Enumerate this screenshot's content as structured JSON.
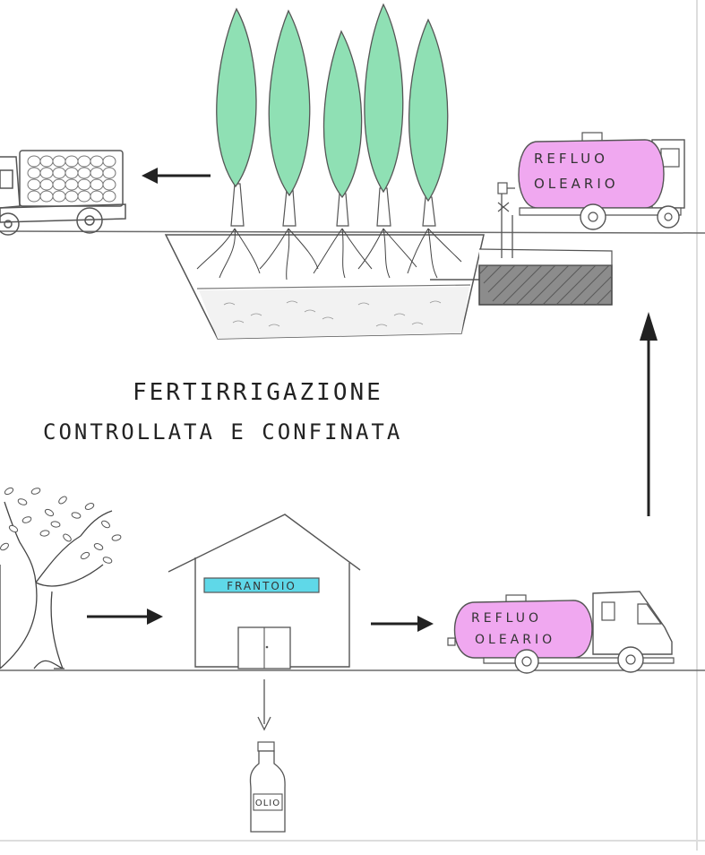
{
  "title": {
    "line1": "FERTIRRIGAZIONE",
    "line2": "CONTROLLATA E CONFINATA"
  },
  "tanker_top": {
    "line1": "REFLUO",
    "line2": "OLEARIO"
  },
  "tanker_bottom": {
    "line1": "REFLUO",
    "line2": "OLEARIO"
  },
  "mill_sign": "FRANTOIO",
  "bottle_label": "OLIO",
  "colors": {
    "tree_green": "#8fe0b4",
    "tank_pink": "#f0a8f0",
    "sign_cyan": "#5fd8e8",
    "ink": "#2a2a2a",
    "pencil": "#6a6a6a"
  },
  "icons": [
    "poplar-tree-icon",
    "log-truck-icon",
    "tanker-truck-icon",
    "olive-tree-icon",
    "oil-mill-building-icon",
    "oil-bottle-icon",
    "arrow-icon"
  ]
}
